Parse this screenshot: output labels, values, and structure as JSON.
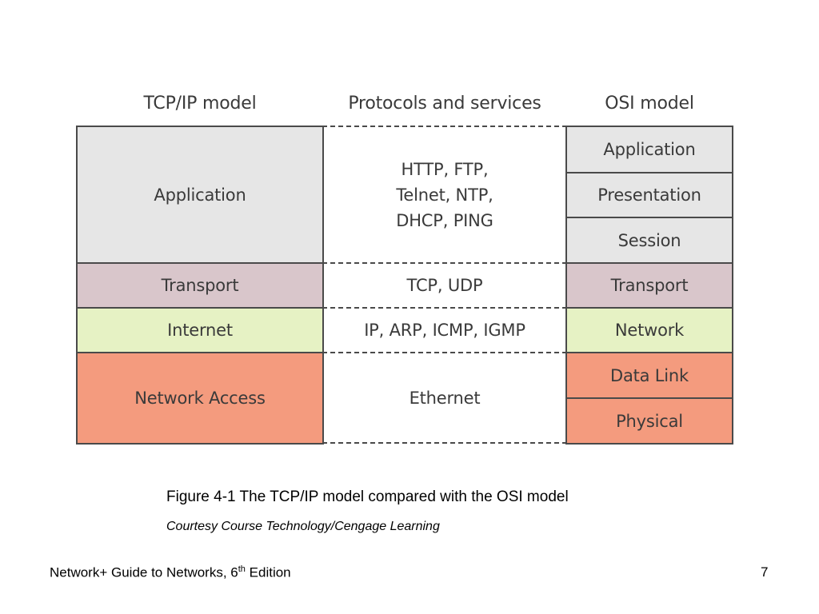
{
  "headers": {
    "tcpip": "TCP/IP model",
    "protocols": "Protocols and services",
    "osi": "OSI model"
  },
  "tcpip_layers": [
    "Application",
    "Transport",
    "Internet",
    "Network Access"
  ],
  "protocols": [
    "HTTP, FTP,\nTelnet, NTP,\nDHCP, PING",
    "TCP, UDP",
    "IP, ARP, ICMP, IGMP",
    "Ethernet"
  ],
  "osi_layers": [
    "Application",
    "Presentation",
    "Session",
    "Transport",
    "Network",
    "Data Link",
    "Physical"
  ],
  "caption": "Figure 4-1 The TCP/IP model compared with the OSI model",
  "credit": "Courtesy Course Technology/Cengage Learning",
  "footer": {
    "title_prefix": "Network+ Guide to Networks, 6",
    "title_sup": "th",
    "title_suffix": " Edition",
    "page_number": "7"
  },
  "colors": {
    "application": "#e6e6e6",
    "transport": "#d9c6cb",
    "internet": "#e6f2c4",
    "network_access": "#f49b7e",
    "border": "#4a4a4a"
  }
}
